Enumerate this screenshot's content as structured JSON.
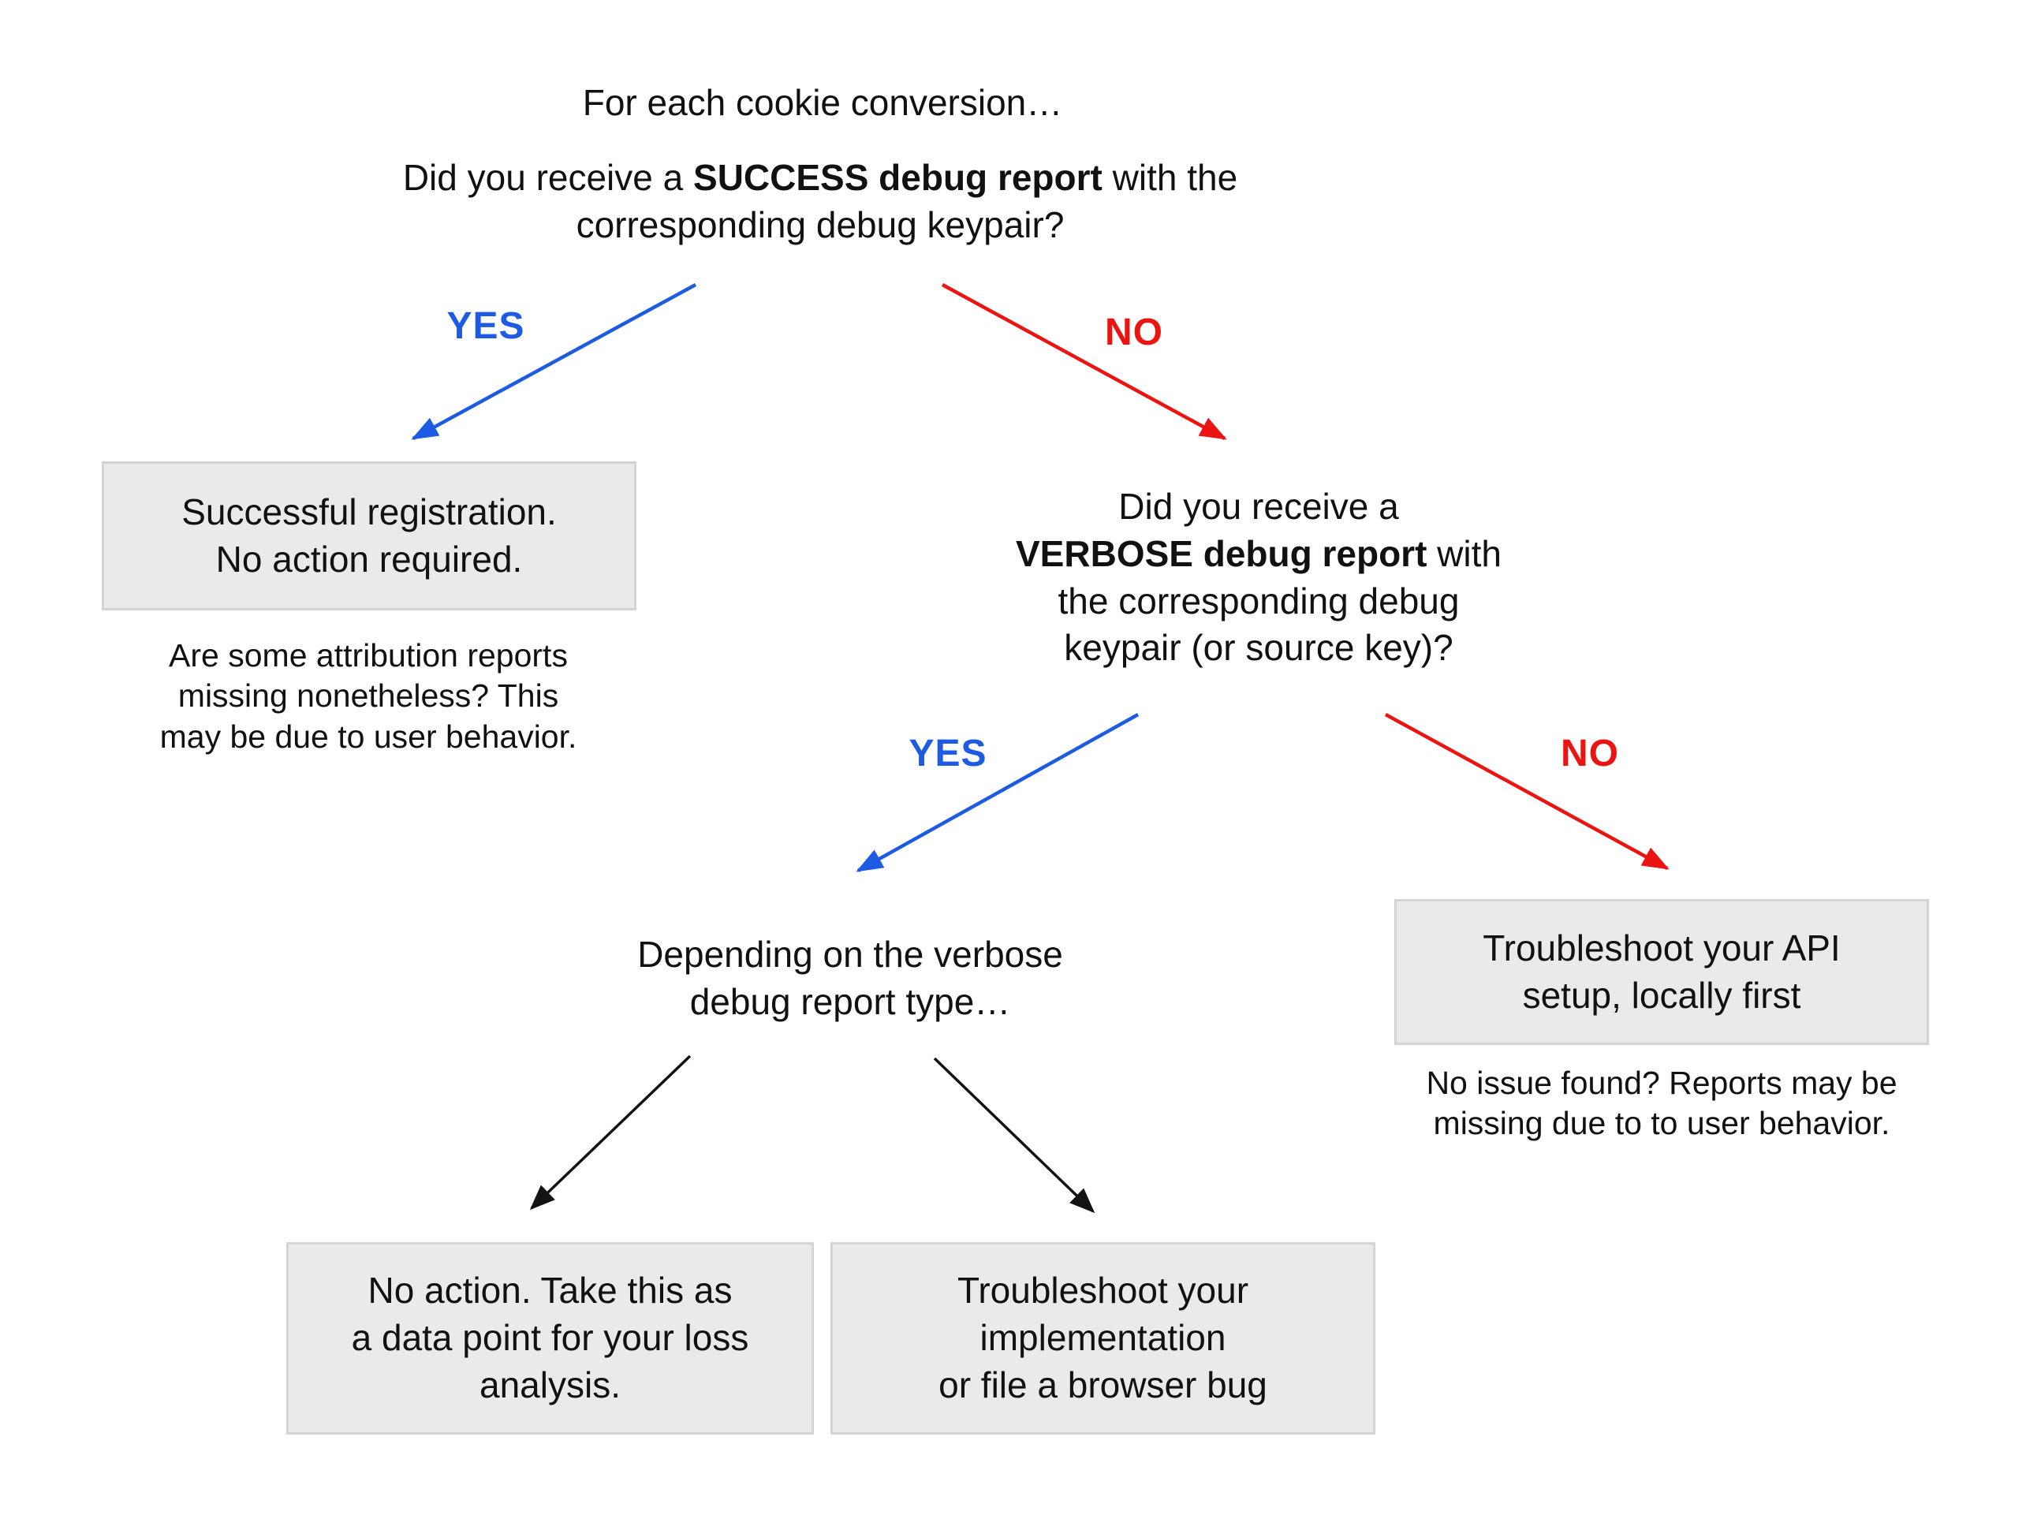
{
  "diagram": {
    "title": "For each cookie conversion…",
    "question_success": {
      "prefix": "Did you receive a ",
      "bold": "SUCCESS debug report",
      "suffix": " with the\ncorresponding debug keypair?"
    },
    "branch1": {
      "yes_label": "YES",
      "no_label": "NO"
    },
    "result_success": {
      "box": "Successful registration.\nNo action required.",
      "note": "Are some attribution reports\nmissing nonetheless? This\nmay be due to user behavior."
    },
    "question_verbose": {
      "prefix": "Did you receive a\n",
      "bold": "VERBOSE debug report",
      "suffix": " with\nthe corresponding debug\nkeypair (or source key)?"
    },
    "branch2": {
      "yes_label": "YES",
      "no_label": "NO"
    },
    "verbose_split": "Depending on the verbose\ndebug report type…",
    "result_api": {
      "box": "Troubleshoot your API\nsetup, locally first",
      "note": "No issue found? Reports may be\nmissing due to to user behavior."
    },
    "result_loss": {
      "box": "No action. Take this as\na data point for your loss\nanalysis."
    },
    "result_impl": {
      "box": "Troubleshoot your\nimplementation\nor file a browser bug"
    }
  },
  "colors": {
    "yes_blue": "#1d5be3",
    "no_red": "#ec1410",
    "arrow_black": "#131313",
    "box_fill": "#eaeaea",
    "box_border": "#d4d4d4",
    "text_color": "#111111"
  }
}
